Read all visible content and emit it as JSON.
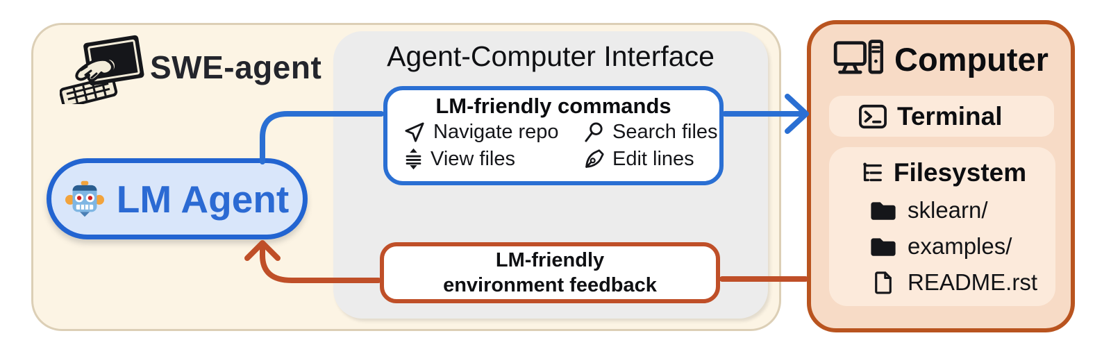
{
  "colors": {
    "blue": "#2a6fd3",
    "blue_fill": "#d9e6fa",
    "orange": "#bf4f28",
    "cream_bg": "#fcf4e4",
    "cream_border": "#dccfb6",
    "gray_bg": "#ececec",
    "computer_fill": "#f7dbc6",
    "computer_inner": "#fceadb",
    "text_dark": "#131417"
  },
  "swe_agent": {
    "title": "SWE-agent"
  },
  "lm_agent": {
    "label": "LM Agent"
  },
  "aci": {
    "title": "Agent-Computer Interface",
    "commands": {
      "title": "LM-friendly commands",
      "items": [
        {
          "icon": "navigate-icon",
          "label": "Navigate repo"
        },
        {
          "icon": "search-icon",
          "label": "Search files"
        },
        {
          "icon": "view-files-icon",
          "label": "View files"
        },
        {
          "icon": "edit-lines-icon",
          "label": "Edit lines"
        }
      ]
    },
    "feedback": {
      "line1": "LM-friendly",
      "line2": "environment feedback"
    }
  },
  "computer": {
    "title": "Computer",
    "terminal": {
      "label": "Terminal"
    },
    "filesystem": {
      "title": "Filesystem",
      "entries": [
        {
          "icon": "folder-icon",
          "label": "sklearn/"
        },
        {
          "icon": "folder-icon",
          "label": "examples/"
        },
        {
          "icon": "file-icon",
          "label": "README.rst"
        }
      ]
    }
  }
}
